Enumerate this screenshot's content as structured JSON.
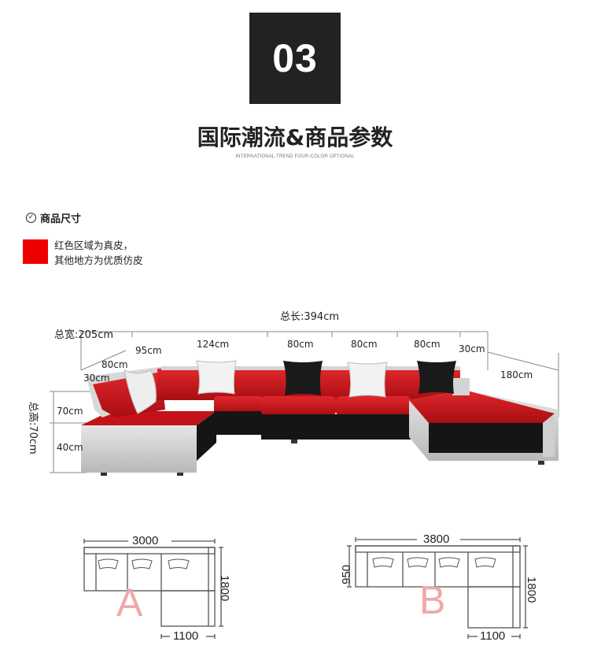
{
  "header": {
    "number": "03",
    "title": "国际潮流&商品参数",
    "subtitle": "INTERNATIONAL TREND FOUR-COLOR OPTIONAL"
  },
  "section": {
    "title": "商品尺寸",
    "check_icon": "check-circle-icon"
  },
  "legend": {
    "color": "#ee0000",
    "line1": "红色区域为真皮，",
    "line2": "其他地方为优质仿皮"
  },
  "dimensions": {
    "total_length": "总长:394cm",
    "total_width": "总宽:205cm",
    "total_height": "总高:70cm",
    "d95": "95cm",
    "d124": "124cm",
    "d80a": "80cm",
    "d80b": "80cm",
    "d80c": "80cm",
    "d30_right": "30cm",
    "d180": "180cm",
    "d80_left": "80cm",
    "d30_left": "30cm",
    "d70": "70cm",
    "d40": "40cm"
  },
  "plans": {
    "a": {
      "label": "A",
      "width": "3000",
      "depth": "1800",
      "chaise": "1100"
    },
    "b": {
      "label": "B",
      "width": "3800",
      "seat": "950",
      "depth": "1800",
      "chaise": "1100"
    }
  },
  "colors": {
    "leather_red": "#c8161a",
    "black": "#151515",
    "grey": "#d4d4d4",
    "plan_label": "#f0a8a8"
  }
}
